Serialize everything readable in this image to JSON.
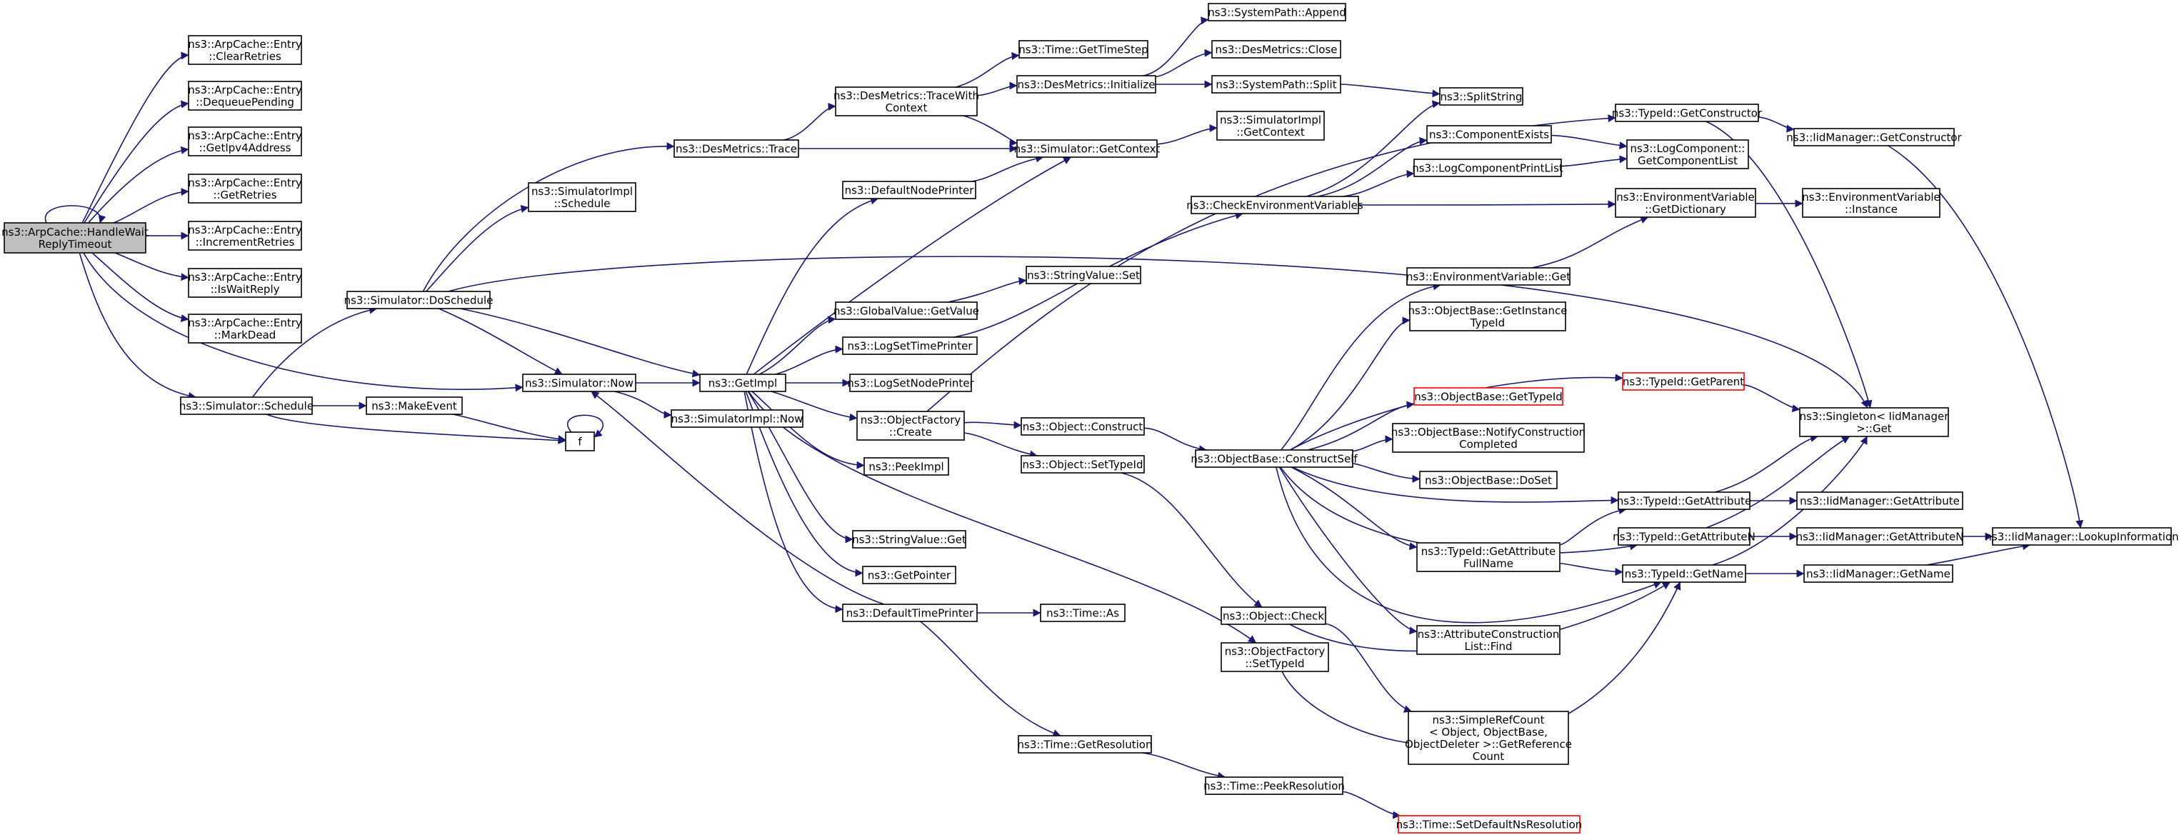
{
  "diagram": {
    "type": "doxygen-call-graph",
    "colors": {
      "edge": "#191970",
      "root_fill": "#bfbfbf",
      "node_border": "#000000",
      "truncated_border": "#ff0000",
      "background": "#ffffff"
    },
    "nodes": [
      {
        "id": "root",
        "lines": [
          "ns3::ArpCache::HandleWait",
          "ReplyTimeout"
        ],
        "style": "root"
      },
      {
        "id": "clearretries",
        "lines": [
          "ns3::ArpCache::Entry",
          "::ClearRetries"
        ]
      },
      {
        "id": "dequeuepending",
        "lines": [
          "ns3::ArpCache::Entry",
          "::DequeuePending"
        ]
      },
      {
        "id": "getipv4",
        "lines": [
          "ns3::ArpCache::Entry",
          "::GetIpv4Address"
        ]
      },
      {
        "id": "getretries",
        "lines": [
          "ns3::ArpCache::Entry",
          "::GetRetries"
        ]
      },
      {
        "id": "incretries",
        "lines": [
          "ns3::ArpCache::Entry",
          "::IncrementRetries"
        ]
      },
      {
        "id": "iswaitreply",
        "lines": [
          "ns3::ArpCache::Entry",
          "::IsWaitReply"
        ]
      },
      {
        "id": "markdead",
        "lines": [
          "ns3::ArpCache::Entry",
          "::MarkDead"
        ]
      },
      {
        "id": "simschedule",
        "lines": [
          "ns3::Simulator::Schedule"
        ]
      },
      {
        "id": "doschedule",
        "lines": [
          "ns3::Simulator::DoSchedule"
        ]
      },
      {
        "id": "simnow",
        "lines": [
          "ns3::Simulator::Now"
        ]
      },
      {
        "id": "makeevent",
        "lines": [
          "ns3::MakeEvent"
        ]
      },
      {
        "id": "f",
        "lines": [
          "f"
        ]
      },
      {
        "id": "implschedule",
        "lines": [
          "ns3::SimulatorImpl",
          "::Schedule"
        ]
      },
      {
        "id": "destrace",
        "lines": [
          "ns3::DesMetrics::Trace"
        ]
      },
      {
        "id": "getimpl",
        "lines": [
          "ns3::GetImpl"
        ]
      },
      {
        "id": "implnow",
        "lines": [
          "ns3::SimulatorImpl::Now"
        ]
      },
      {
        "id": "tracewithctx",
        "lines": [
          "ns3::DesMetrics::TraceWith",
          "Context"
        ]
      },
      {
        "id": "defnodeprinter",
        "lines": [
          "ns3::DefaultNodePrinter"
        ]
      },
      {
        "id": "gvgetvalue",
        "lines": [
          "ns3::GlobalValue::GetValue"
        ]
      },
      {
        "id": "logsettime",
        "lines": [
          "ns3::LogSetTimePrinter"
        ]
      },
      {
        "id": "logsetnode",
        "lines": [
          "ns3::LogSetNodePrinter"
        ]
      },
      {
        "id": "ofcreate",
        "lines": [
          "ns3::ObjectFactory",
          "::Create"
        ]
      },
      {
        "id": "peekimpl",
        "lines": [
          "ns3::PeekImpl"
        ]
      },
      {
        "id": "svget",
        "lines": [
          "ns3::StringValue::Get"
        ]
      },
      {
        "id": "getpointer",
        "lines": [
          "ns3::GetPointer"
        ]
      },
      {
        "id": "deftimeprinter",
        "lines": [
          "ns3::DefaultTimePrinter"
        ]
      },
      {
        "id": "gettimestep",
        "lines": [
          "ns3::Time::GetTimeStep"
        ]
      },
      {
        "id": "desinit",
        "lines": [
          "ns3::DesMetrics::Initialize"
        ]
      },
      {
        "id": "getcontext",
        "lines": [
          "ns3::Simulator::GetContext"
        ]
      },
      {
        "id": "svset",
        "lines": [
          "ns3::StringValue::Set"
        ]
      },
      {
        "id": "objconstruct",
        "lines": [
          "ns3::Object::Construct"
        ]
      },
      {
        "id": "objsettypeid",
        "lines": [
          "ns3::Object::SetTypeId"
        ]
      },
      {
        "id": "timeas",
        "lines": [
          "ns3::Time::As"
        ]
      },
      {
        "id": "getresolution",
        "lines": [
          "ns3::Time::GetResolution"
        ]
      },
      {
        "id": "spappend",
        "lines": [
          "ns3::SystemPath::Append"
        ]
      },
      {
        "id": "desclose",
        "lines": [
          "ns3::DesMetrics::Close"
        ]
      },
      {
        "id": "spsplit",
        "lines": [
          "ns3::SystemPath::Split"
        ]
      },
      {
        "id": "implgetcontext",
        "lines": [
          "ns3::SimulatorImpl",
          "::GetContext"
        ]
      },
      {
        "id": "checkenv",
        "lines": [
          "ns3::CheckEnvironmentVariables"
        ]
      },
      {
        "id": "obconstructself",
        "lines": [
          "ns3::ObjectBase::ConstructSelf"
        ]
      },
      {
        "id": "objcheck",
        "lines": [
          "ns3::Object::Check"
        ]
      },
      {
        "id": "ofsettypeid",
        "lines": [
          "ns3::ObjectFactory",
          "::SetTypeId"
        ]
      },
      {
        "id": "peekresolution",
        "lines": [
          "ns3::Time::PeekResolution"
        ]
      },
      {
        "id": "splitstring",
        "lines": [
          "ns3::SplitString"
        ]
      },
      {
        "id": "compexists",
        "lines": [
          "ns3::ComponentExists"
        ]
      },
      {
        "id": "logcompprint",
        "lines": [
          "ns3::LogComponentPrintList"
        ]
      },
      {
        "id": "envget",
        "lines": [
          "ns3::EnvironmentVariable::Get"
        ]
      },
      {
        "id": "obgetinstance",
        "lines": [
          "ns3::ObjectBase::GetInstance",
          "TypeId"
        ]
      },
      {
        "id": "obgettypeid",
        "lines": [
          "ns3::ObjectBase::GetTypeId"
        ],
        "style": "red"
      },
      {
        "id": "obnotify",
        "lines": [
          "ns3::ObjectBase::NotifyConstruction",
          "Completed"
        ]
      },
      {
        "id": "obdoset",
        "lines": [
          "ns3::ObjectBase::DoSet"
        ]
      },
      {
        "id": "getattrfull",
        "lines": [
          "ns3::TypeId::GetAttribute",
          "FullName"
        ]
      },
      {
        "id": "acfind",
        "lines": [
          "ns3::AttributeConstruction",
          "List::Find"
        ]
      },
      {
        "id": "simplerefcount",
        "lines": [
          "ns3::SimpleRefCount",
          "< Object, ObjectBase,",
          "ObjectDeleter >::GetReference",
          "Count"
        ]
      },
      {
        "id": "setdefaultns",
        "lines": [
          "ns3::Time::SetDefaultNsResolution"
        ],
        "style": "red"
      },
      {
        "id": "tidgetconstructor",
        "lines": [
          "ns3::TypeId::GetConstructor"
        ]
      },
      {
        "id": "lcgetlist",
        "lines": [
          "ns3::LogComponent::",
          "GetComponentList"
        ]
      },
      {
        "id": "envgetdict",
        "lines": [
          "ns3::EnvironmentVariable",
          "::GetDictionary"
        ]
      },
      {
        "id": "tidgetparent",
        "lines": [
          "ns3::TypeId::GetParent"
        ],
        "style": "red"
      },
      {
        "id": "tidgetattr",
        "lines": [
          "ns3::TypeId::GetAttribute"
        ]
      },
      {
        "id": "tidgetattrn",
        "lines": [
          "ns3::TypeId::GetAttributeN"
        ]
      },
      {
        "id": "tidgetname",
        "lines": [
          "ns3::TypeId::GetName"
        ]
      },
      {
        "id": "iidgetconstructor",
        "lines": [
          "ns3::IidManager::GetConstructor"
        ]
      },
      {
        "id": "envinstance",
        "lines": [
          "ns3::EnvironmentVariable",
          "::Instance"
        ]
      },
      {
        "id": "singletonget",
        "lines": [
          "ns3::Singleton< IidManager",
          ">::Get"
        ]
      },
      {
        "id": "iidgetattr",
        "lines": [
          "ns3::IidManager::GetAttribute"
        ]
      },
      {
        "id": "iidgetattrn",
        "lines": [
          "ns3::IidManager::GetAttributeN"
        ]
      },
      {
        "id": "iidgetname",
        "lines": [
          "ns3::IidManager::GetName"
        ]
      },
      {
        "id": "iidlookup",
        "lines": [
          "ns3::IidManager::LookupInformation"
        ]
      }
    ]
  }
}
